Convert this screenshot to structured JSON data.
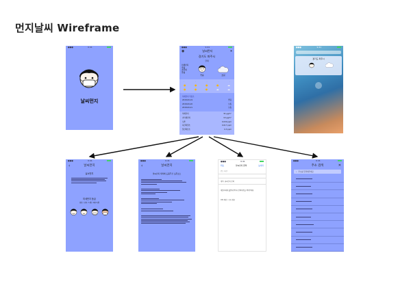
{
  "title": "먼지날씨 Wireframe",
  "colors": {
    "primary_blue": "#8ea2ff",
    "arrow": "#111111",
    "panel_blue": "#b3c0ff",
    "ios_bg": "#2f7fb6"
  },
  "splash": {
    "app_name": "날씨먼지"
  },
  "main": {
    "header": "날씨먼지",
    "location": "경기도 파주시",
    "now_label": "현재",
    "left_stats": [
      "미세먼지",
      "좋음",
      "초미세",
      "좋음"
    ],
    "condition_left": "좋음",
    "condition_right": "흐림",
    "forecast_rows": [
      {
        "date": "2018-09-19",
        "value": "좋음"
      },
      {
        "date": "2018-09-20",
        "value": "보통"
      },
      {
        "date": "2018-09-21",
        "value": "보통"
      }
    ],
    "table_header": "미세먼지 측정소",
    "table_rows": [
      {
        "label": "미세먼지",
        "value": "34 µg/m³"
      },
      {
        "label": "초미세먼지",
        "value": "19 µg/m³"
      },
      {
        "label": "오존",
        "value": "0.030 ppm"
      },
      {
        "label": "이산화질소",
        "value": "0.017 ppm"
      },
      {
        "label": "일산화탄소",
        "value": "0.3 ppm"
      }
    ]
  },
  "info": {
    "header": "날씨먼지",
    "subtitle": "날씨먼지",
    "section": "미세먼지 등급",
    "grades": "좋음 / 보통 / 나쁨 / 매우나쁨"
  },
  "license": {
    "header": "날씨먼지",
    "subtitle": "날씨먼지 제작에 도움주신 오픈소스"
  },
  "mail": {
    "cancel": "취소",
    "title": "날씨먼지 문의",
    "send": "보내기",
    "to_label": "받는 사람:",
    "subject_label": "제목:",
    "subject": "날씨먼지 문의",
    "body": "개발자에게 불편사항이나 문의사항을 적어주세요",
    "footer": "iOS 버전 / 기기 정보"
  },
  "search": {
    "title": "주소 검색",
    "close": "✕",
    "placeholder": "주소를 입력해주세요"
  }
}
